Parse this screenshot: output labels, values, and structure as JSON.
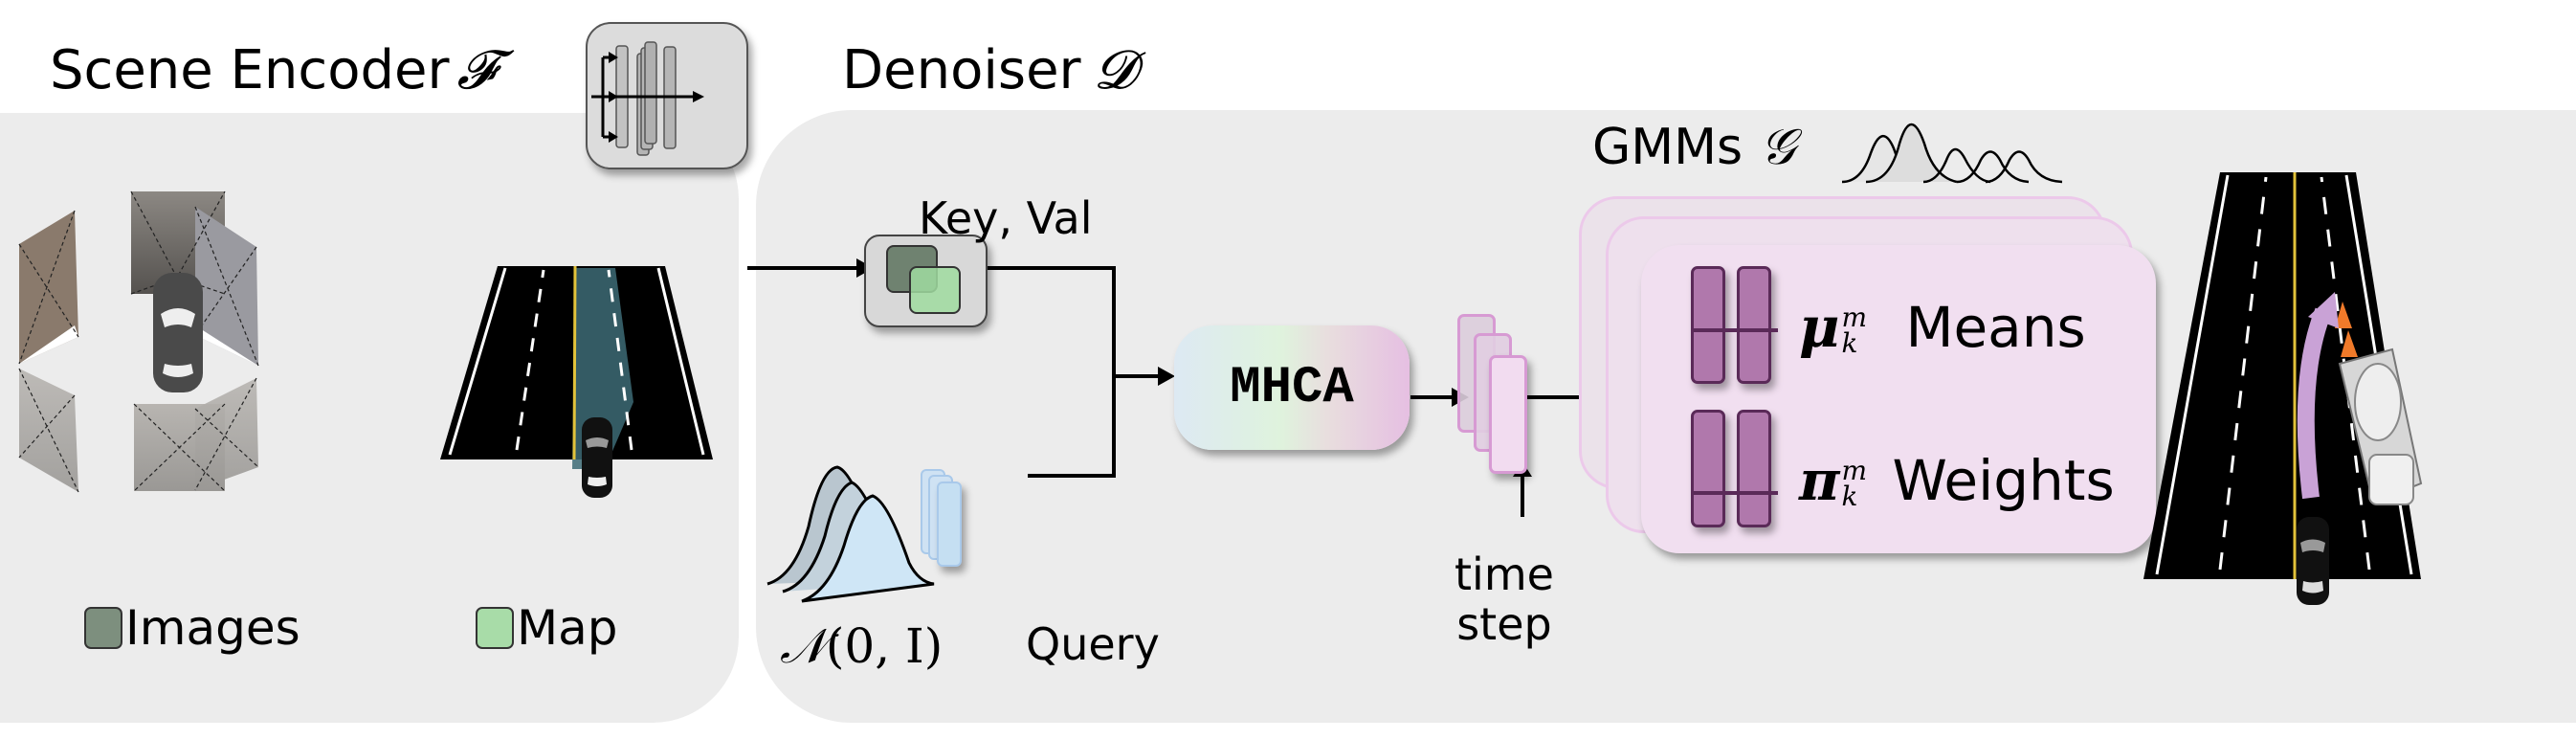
{
  "scene_encoder": {
    "title": "Scene Encoder",
    "symbol": "𝓕",
    "encoder_icon": "network-layers-icon",
    "camera_views_image": "surround-camera-views",
    "map_image": "bev-road-map",
    "legend": [
      {
        "label": "Images",
        "color": "#7d8f7e"
      },
      {
        "label": "Map",
        "color": "#a8dca8"
      }
    ]
  },
  "denoiser": {
    "title": "Denoiser",
    "symbol": "𝓓",
    "key_val_label": "Key, Val",
    "query_label": "Query",
    "noise_label_prefix": "𝒩",
    "noise_label_args": "(0, I)",
    "mhca_label": "MHCA",
    "time_step_label_line1": "time",
    "time_step_label_line2": "step",
    "gmm": {
      "title": "GMMs",
      "symbol": "𝒢",
      "means_symbol": "μ",
      "weights_symbol": "π",
      "superscript": "m",
      "subscript": "k",
      "means_label": "Means",
      "weights_label": "Weights"
    },
    "output_image": "predicted-trajectory-road"
  },
  "colors": {
    "panel_bg": "#ececec",
    "image_feature": "#7d8f7e",
    "map_feature": "#a8dca8",
    "query_block": "#c5dff2",
    "query_border": "#a9c9ea",
    "gmm_panel": "#f1dff0",
    "gmm_border": "#e9c6e8",
    "mlp_block": "#b078ac",
    "mlp_border": "#5a2a58",
    "timestep_block": "#f2dcf0",
    "timestep_border": "#d79ad3",
    "trajectory_arrow": "#c9a2d6"
  }
}
